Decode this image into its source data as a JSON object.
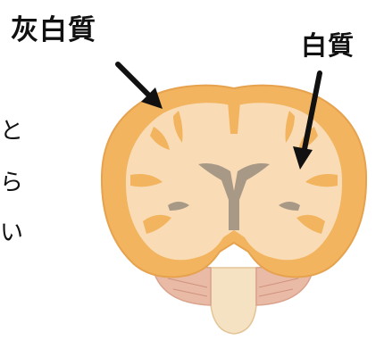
{
  "labels": {
    "gray_matter": "灰白質",
    "white_matter": "白質"
  },
  "cut_off_text": [
    "と",
    "ら",
    "い"
  ],
  "colors": {
    "gray_matter": "#f2b45e",
    "white_matter": "#f9dcb6",
    "outline": "#e6a24e",
    "ventricle": "#a89886",
    "brainstem": "#f5e2c2",
    "cerebellum": "#e9bba7",
    "arrow": "#111111"
  }
}
